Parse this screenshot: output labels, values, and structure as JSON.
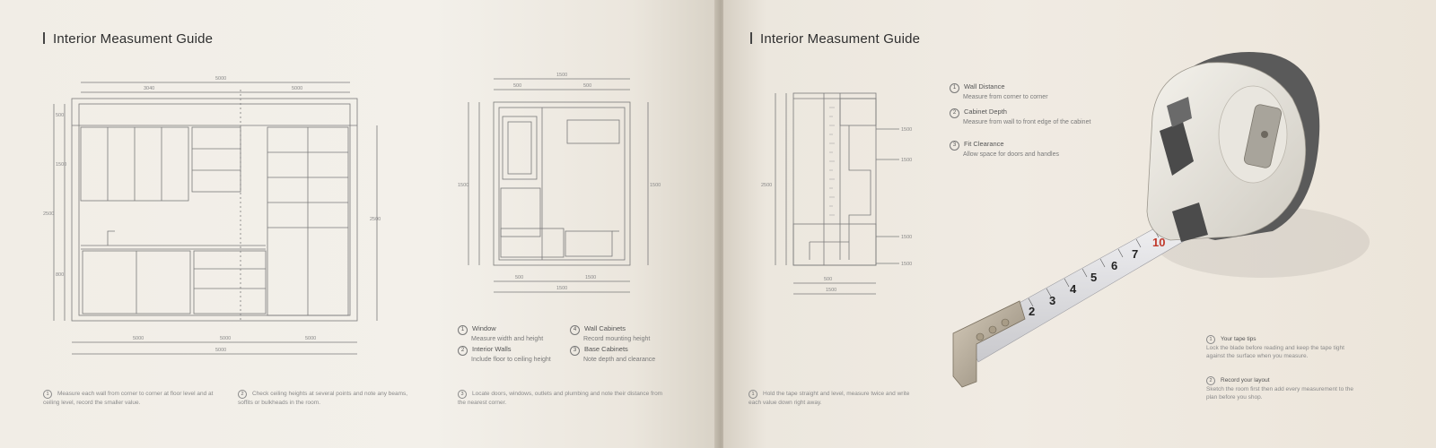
{
  "left_page": {
    "title": "Interior Measument Guide",
    "kitchen_dims": {
      "overall": "5000",
      "top_left": "3040",
      "top_right": "5000",
      "bottom_total": "5000",
      "bottom_a": "5000",
      "bottom_b": "5000",
      "bottom_c": "5000",
      "left_1": "500",
      "left_2": "1500",
      "left_3": "2500",
      "left_4": "800",
      "right_1": "2500"
    },
    "room_dims": {
      "overall": "1500",
      "top_a": "500",
      "top_b": "500",
      "bottom_a": "500",
      "bottom_b": "1500",
      "bottom_total": "1500",
      "left": "1500",
      "right": "1500"
    },
    "notes": [
      {
        "num": "1",
        "head": "Window",
        "body": "Measure width and height"
      },
      {
        "num": "2",
        "head": "Interior Walls",
        "body": "Include floor to ceiling height"
      },
      {
        "num": "3",
        "head": "Base Cabinets",
        "body": "Note depth and clearance"
      },
      {
        "num": "4",
        "head": "Wall Cabinets",
        "body": "Record mounting height"
      }
    ],
    "paragraphs": [
      {
        "num": "1",
        "text": "Measure each wall from corner to corner at floor level and at ceiling level, record the smaller value."
      },
      {
        "num": "2",
        "text": "Check ceiling heights at several points and note any beams, soffits or bulkheads in the room."
      },
      {
        "num": "3",
        "text": "Locate doors, windows, outlets and plumbing and note their distance from the nearest corner."
      }
    ]
  },
  "right_page": {
    "title": "Interior Measument Guide",
    "notes": [
      {
        "num": "1",
        "head": "Wall Distance",
        "body": "Measure from corner to corner"
      },
      {
        "num": "2",
        "head": "Cabinet Depth",
        "body": "Measure from wall to front edge of the cabinet"
      },
      {
        "num": "3",
        "head": "Fit Clearance",
        "body": "Allow space for doors and handles"
      }
    ],
    "elevation_dims": {
      "d1": "1500",
      "d2": "1500",
      "d3": "1500",
      "d4": "1500",
      "bottom_a": "500",
      "bottom_b": "1500",
      "left": "2500"
    },
    "tape_numbers": [
      "2",
      "3",
      "4",
      "5",
      "6",
      "7"
    ],
    "tape_highlight": "10",
    "paragraphs": [
      {
        "num": "1",
        "text": "Hold the tape straight and level, measure twice and write each value down right away."
      }
    ],
    "side_notes": [
      {
        "num": "1",
        "head": "Your tape tips",
        "body": "Lock the blade before reading and keep the tape tight against the surface when you measure."
      },
      {
        "num": "2",
        "head": "Record your layout",
        "body": "Sketch the room first then add every measurement to the plan before you shop."
      }
    ]
  },
  "colors": {
    "paper": "#f1ede6",
    "line": "#6e6e6e",
    "tape_body": "#e9e6df",
    "tape_dark": "#5a5a5a",
    "tape_blade": "#e8e8ea",
    "tape_highlight": "#c0392b",
    "tape_tip": "#b5aa98"
  }
}
